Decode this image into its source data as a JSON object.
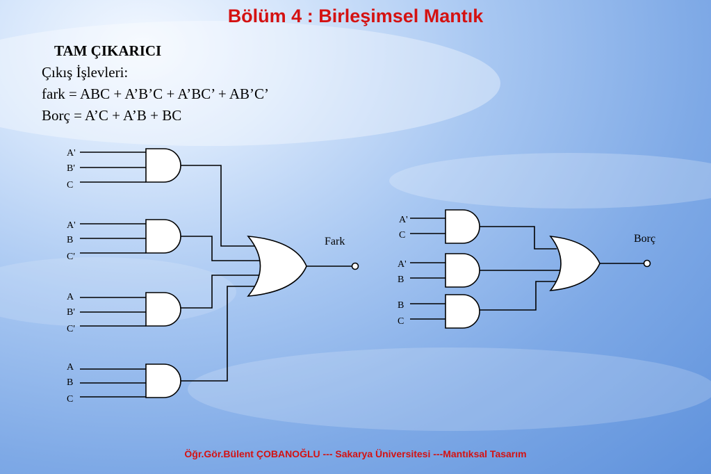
{
  "slide": {
    "title": "Bölüm 4 : Birleşimsel Mantık",
    "heading": "TAM ÇIKARICI",
    "functions_label": "Çıkış İşlevleri:",
    "fark_expr": "fark = ABC + A’B’C + A’BC’ + AB’C’",
    "borc_expr": "Borç = A’C + A’B + BC",
    "footer": "Öğr.Gör.Bülent ÇOBANOĞLU --- Sakarya Üniversitesi ---Mantıksal Tasarım"
  },
  "circuit_fark": {
    "output_label": "Fark",
    "gate1": [
      "A'",
      "B'",
      "C"
    ],
    "gate2": [
      "A'",
      "B",
      "C'"
    ],
    "gate3": [
      "A",
      "B'",
      "C'"
    ],
    "gate4": [
      "A",
      "B",
      "C"
    ]
  },
  "circuit_borc": {
    "output_label": "Borç",
    "gate1": [
      "A'",
      "C"
    ],
    "gate2": [
      "A'",
      "B"
    ],
    "gate3": [
      "B",
      "C"
    ]
  }
}
